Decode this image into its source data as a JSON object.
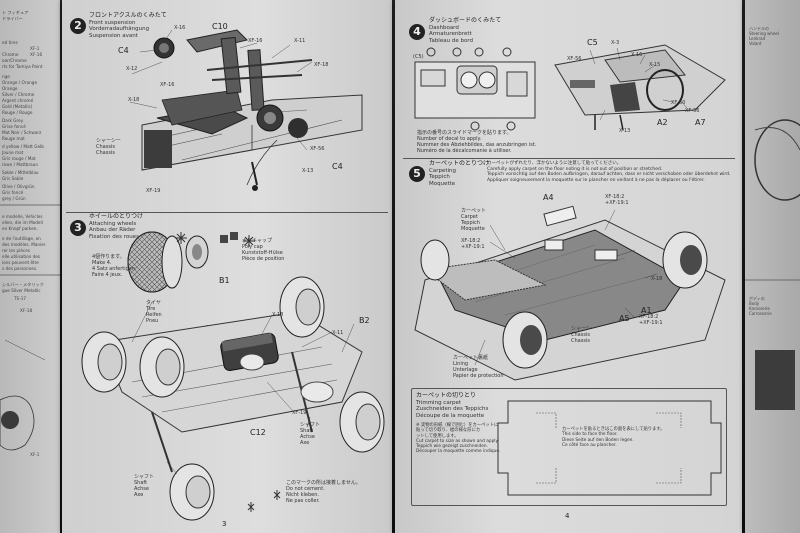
{
  "left_page": {
    "page_number": "3",
    "step2": {
      "number": "2",
      "jp": "フロントアクスルのくみたて",
      "en": "Front suspension",
      "de": "Vorderradaufhängung",
      "fr": "Suspension avant",
      "labels": {
        "c10": "C10",
        "c4": "C4",
        "c4b": "C4",
        "x16": "X-16",
        "x12": "X-12",
        "xf16a": "XF-16",
        "xf16b": "XF-16",
        "x11": "X-11",
        "xf18": "XF-18",
        "x18": "X-18",
        "xf56": "XF-56",
        "x13": "X-13",
        "xf19": "XF-19",
        "chassis_jp": "シャーシー",
        "chassis_en": "Chassis",
        "chassis_de": "Chassis"
      }
    },
    "step3": {
      "number": "3",
      "jp": "ホイールのとりつけ",
      "en": "Attaching wheels",
      "de": "Anbau der Räder",
      "fr": "Fixation des roues",
      "labels": {
        "b1": "B1",
        "b2": "B2",
        "c12": "C12",
        "poly_jp": "ポリキャップ",
        "poly_en": "Poly cap",
        "poly_de": "Kunststoff-Hülse",
        "poly_fr": "Pièce de position",
        "tire_jp": "タイヤ",
        "tire_en": "Tire",
        "tire_de": "Reifen",
        "tire_fr": "Pneu",
        "make4_jp": "4個作ります。",
        "make4_en": "Make 4.",
        "make4_de": "4 Satz anfertigen.",
        "make4_fr": "Faire 4 jeux.",
        "x18": "X-18",
        "x11": "X-11",
        "xf19": "XF-19",
        "shaft_jp": "シャフト",
        "shaft_en": "Shaft",
        "shaft_de": "Achse",
        "shaft_fr": "Axe",
        "shaft2_jp": "シャフト",
        "shaft2_en": "Shaft",
        "shaft2_de": "Achse",
        "shaft2_fr": "Axe",
        "nocement_jp": "このマークの所は接着しません。",
        "nocement_en": "Do not cement.",
        "nocement_de": "Nicht kleben.",
        "nocement_fr": "Ne pas coller."
      }
    }
  },
  "right_page": {
    "page_number": "4",
    "step4": {
      "number": "4",
      "jp": "ダッシュボードのくみたて",
      "en": "Dashboard",
      "de": "Armaturenbrett",
      "fr": "Tableau de bord",
      "labels": {
        "c5a": "(C5)",
        "c5b": "C5",
        "x3": "X-3",
        "x16": "X-16",
        "x15": "X-15",
        "xf56": "XF-56",
        "xf50": "XF-50",
        "xf56b": "XF-56",
        "x13": "X-13",
        "a2": "A2",
        "a7": "A7",
        "decal_jp": "指示の番号のスライドマークを貼ります。",
        "decal_en": "Number of decal to apply.",
        "decal_de": "Nummer des Abziehbildes, das anzubringen ist.",
        "decal_fr": "Numéro de la décalcomanie à utiliser."
      }
    },
    "step5": {
      "number": "5",
      "jp": "カーペットのとりつけ",
      "en": "Carpeting",
      "de": "Teppich",
      "fr": "Moquette",
      "notes": [
        "カーペットがずれたり、浮かないように注意して貼ってください。",
        "Carefully apply carpet on the floor noting it is not out of position or stretched.",
        "Teppich vorsichtig auf den Boden aufbringen, darauf achten, dass er nicht verschoben oder überdehnt wird.",
        "Appliquer soigneusement la moquette sur le plancher en veillant à ne pas la déplacer ou l'étirer."
      ],
      "labels": {
        "a4": "A4",
        "carpet_jp": "カーペット",
        "carpet_en": "Carpet",
        "carpet_de": "Teppich",
        "carpet_fr": "Moquette",
        "xf182a": "XF-18:2",
        "xf191a": "+XF-19:1",
        "xf182b": "XF-18:2",
        "xf191b": "+XF-19:1",
        "xf182c": "XF-18:2",
        "xf191c": "+XF-19:1",
        "x18": "X-18",
        "a5": "A5",
        "a1": "A1",
        "chassis_jp": "シャーシー",
        "chassis_en": "Chassis",
        "chassis_de": "Chassis",
        "liner_jp": "カーペット裏紙",
        "liner_en": "Lining",
        "liner_de": "Unterlage",
        "liner_fr": "Papier de protection"
      }
    },
    "trim": {
      "jp": "カーペットの切りとり",
      "en": "Trimming carpet",
      "de": "Zuschneiden des Teppichs",
      "fr": "Découpe de la moquette",
      "lines": [
        "※ 実物の形紙（線で囲む）をカーペットに",
        "貼って切り取り、絵の様な形にカ",
        "ットして使用します。",
        "Cut carpet to size as shown and apply.",
        "Teppich wie gezeigt zuschneiden.",
        "Découper la moquette comme indiqué."
      ],
      "face_jp": "カーペットを貼るときはこの面を表にして貼ります。",
      "face_en": "This side to face the floor.",
      "face_de": "Diese Seite auf den Boden legen.",
      "face_fr": "Ce côté face au plancher."
    }
  },
  "prev_page": {
    "lines": [
      "ト フィギュア",
      "ドライバー",
      "ed tires",
      "XF-1",
      "XF-16",
      "Chrome",
      "ear/Chrome",
      "rts for Tamiya Paint",
      "nge",
      "Orange / Orange",
      "Orange",
      "Silver / Chrome",
      "Argent chromé",
      "Gold (Metallic)",
      "Rouge / Rouge",
      "Dark Grey",
      "Grise foncé",
      "Mat Noir / Schwarz",
      "Rouge mat",
      "d yellow / Matt Gelb",
      "Jaune mat",
      "Gris rouge / Mat",
      "rown / Mattbraun",
      "Sable / Mittelblau",
      "Gris Sable",
      "Olive / Olivgrün",
      "Gris foncé",
      "grey / Grün"
    ],
    "lines2": [
      "e modelle, Vehicles",
      "ellen, die im Modell",
      "en Knopf parken.",
      "e de l'outillage, en",
      "des modèles. Manier",
      "rer les pièces",
      "elle utilisation des",
      "ions peuvent être",
      "s des personnes."
    ],
    "silver_jp": "シルバー・メタリック",
    "silver_fr": "gue Silver Metallic",
    "ts17": "TS-17",
    "xf18": "XF-18",
    "xf1": "XF-1"
  },
  "next_page": {
    "lines": [
      "ハンドルの",
      "Steering wheel",
      "Lenkrad",
      "Volant",
      "ボディの",
      "Body",
      "Karosserie",
      "Carrosserie"
    ]
  }
}
